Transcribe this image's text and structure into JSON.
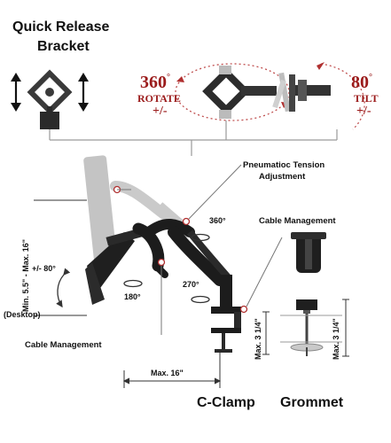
{
  "bracket": {
    "title_line1": "Quick Release",
    "title_line2": "Bracket"
  },
  "rotate": {
    "value": "360",
    "unit": "°",
    "label": "ROTATE",
    "range": "+/-"
  },
  "tilt": {
    "value": "80",
    "unit": "°",
    "label": "TILT",
    "range": "+/-"
  },
  "callouts": {
    "pneumatic_line1": "Pneumatioc Tension",
    "pneumatic_line2": "Adjustment",
    "cable_top": "Cable Management",
    "cable_bottom": "Cable Management",
    "desktop": "(Desktop)"
  },
  "angles": {
    "tilt_side": "+/- 80°",
    "swivel_top": "360°",
    "swivel_mid": "180°",
    "swivel_base": "270°"
  },
  "dimensions": {
    "height_range": "Min. 5.5\" - Max. 16\"",
    "reach": "Max. 16\"",
    "clamp_thickness": "Max. 3 1/4\"",
    "grommet_thickness": "Max. 3 1/4\""
  },
  "mounts": {
    "clamp": "C-Clamp",
    "grommet": "Grommet"
  },
  "colors": {
    "accent_red": "#9b1b1b",
    "arm_black": "#1c1c1c",
    "guide_gray": "#9a9a9a"
  }
}
